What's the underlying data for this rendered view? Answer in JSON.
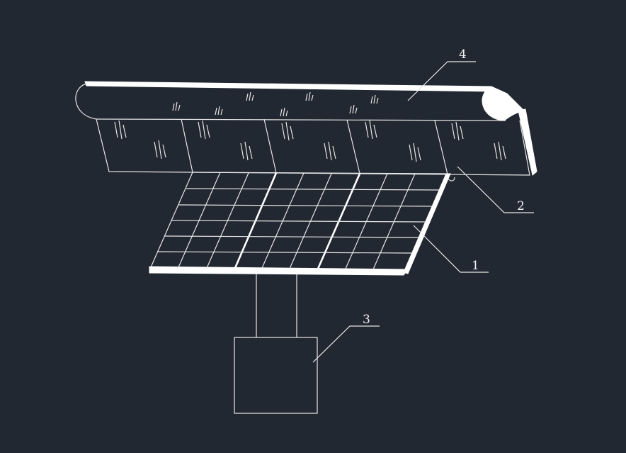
{
  "colors": {
    "background": "#222831",
    "line": "#e6e6e6",
    "fill": "#ffffff"
  },
  "labels": {
    "part1": "1",
    "part2": "2",
    "part3": "3",
    "part4": "4"
  }
}
